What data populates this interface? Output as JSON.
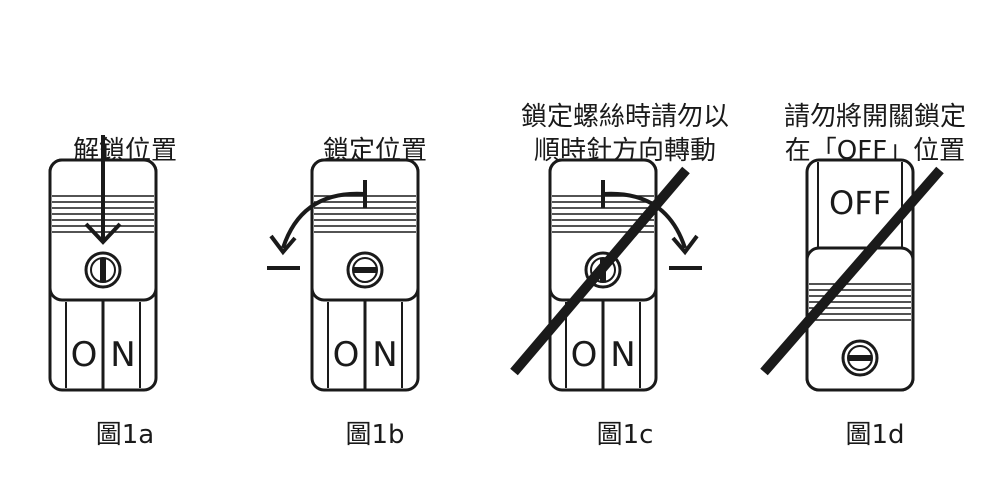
{
  "panels": [
    {
      "heading": [
        "解鎖位置"
      ],
      "caption": "圖1a",
      "switch_label": [
        "O",
        "N"
      ]
    },
    {
      "heading": [
        "鎖定位置"
      ],
      "caption": "圖1b",
      "switch_label": [
        "O",
        "N"
      ]
    },
    {
      "heading": [
        "鎖定螺絲時請勿以",
        "順時針方向轉動"
      ],
      "caption": "圖1c",
      "switch_label": [
        "O",
        "N"
      ]
    },
    {
      "heading": [
        "請勿將開關鎖定",
        "在「OFF」位置"
      ],
      "caption": "圖1d",
      "switch_label": [
        "OFF"
      ]
    }
  ],
  "icons": [
    "down-arrow-icon",
    "counterclockwise-arrow-icon",
    "clockwise-arrow-icon",
    "screw-vertical-slot-icon",
    "screw-horizontal-slot-icon",
    "prohibited-slash-icon"
  ],
  "colors": {
    "ink": "#1a1a1a",
    "background": "#ffffff"
  }
}
